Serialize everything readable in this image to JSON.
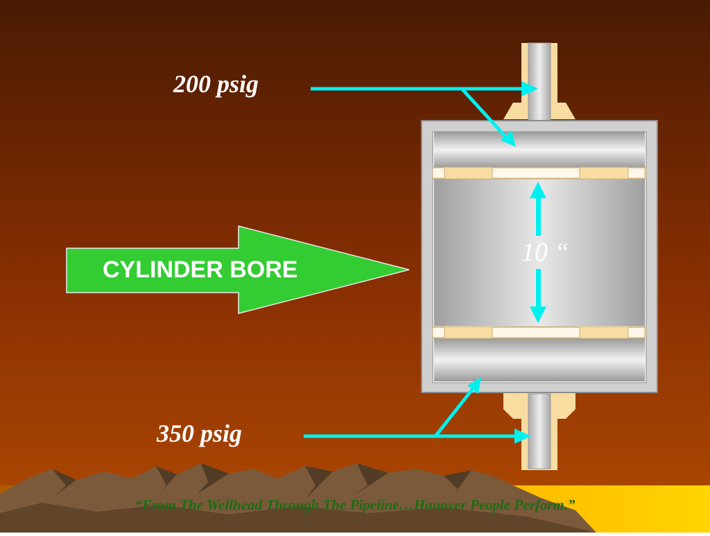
{
  "labels": {
    "top_pressure": "200 psig",
    "bottom_pressure": "350 psig",
    "bore_dimension": "10 “",
    "arrow_label": "CYLINDER BORE"
  },
  "footer": {
    "tagline": "“From The Wellhead Through The Pipeline…Hanover People Perform.”"
  },
  "colors": {
    "background_top": "#4a1a03",
    "background_bottom": "#b04a02",
    "arrow_fill": "#33cc33",
    "pointer_cyan": "#00f0f0",
    "packing_tan": "#f8dca0",
    "steel_light": "#e6e6e6",
    "steel_dark": "#8c8c8c",
    "footer_text": "#1f6b14",
    "mountain": "#7a5a3a",
    "sun_glow": "#ffd000"
  }
}
